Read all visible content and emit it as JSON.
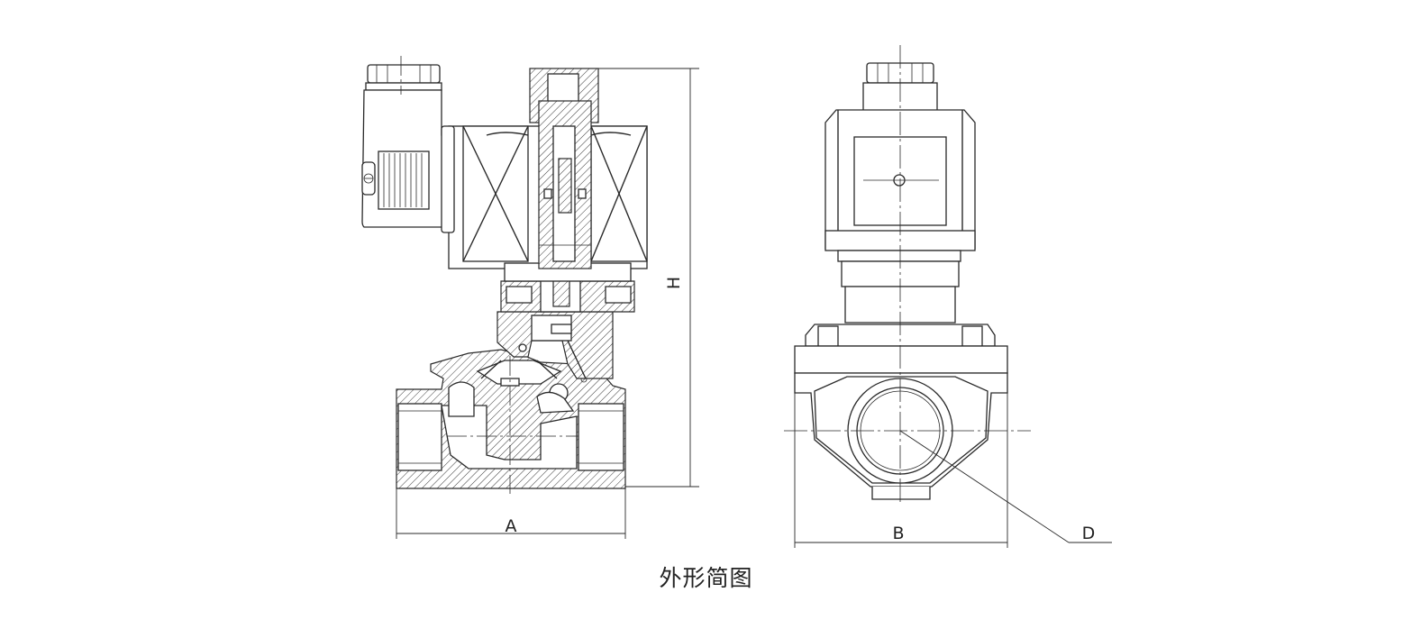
{
  "labels": {
    "dim_a": "A",
    "dim_b": "B",
    "dim_h": "H",
    "dim_d": "D"
  },
  "caption": "外形简图",
  "colors": {
    "line": "#2a2a2a",
    "background": "#ffffff"
  }
}
